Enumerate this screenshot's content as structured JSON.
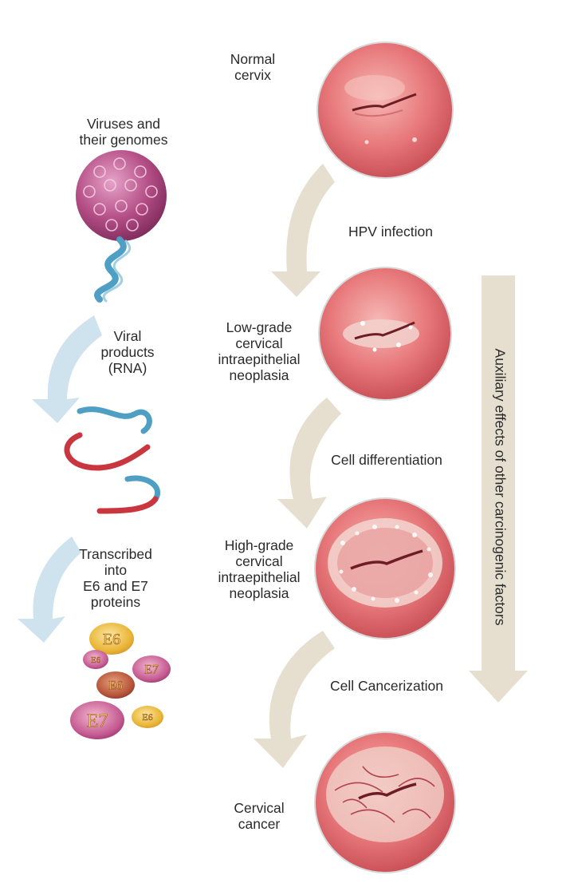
{
  "labels": {
    "normal_cervix": "Normal\ncervix",
    "viruses": "Viruses and\ntheir genomes",
    "hpv_infection": "HPV infection",
    "low_grade": "Low-grade\ncervical\nintraepithelial\nneoplasia",
    "viral_products": "Viral\nproducts\n(RNA)",
    "cell_differentiation": "Cell differentiation",
    "high_grade": "High-grade\ncervical\nintraepithelial\nneoplasia",
    "transcribed": "Transcribed\ninto\nE6 and E7\nproteins",
    "cell_cancerization": "Cell Cancerization",
    "cervical_cancer": "Cervical\ncancer",
    "auxiliary": "Auxiliary effects of other carcinogenic factors"
  },
  "proteins": [
    "E6",
    "E6",
    "E7",
    "E6",
    "E7",
    "E6"
  ],
  "colors": {
    "cervix_pink": "#e36f74",
    "cervix_dark": "#b83a44",
    "beige_arrow": "#e6dfcf",
    "blue_arrow": "#cfe3ef",
    "virus": "#b0457a",
    "dna_blue": "#4f9fc4",
    "rna_red": "#c9363f",
    "protein_gold": "#e9b434"
  }
}
